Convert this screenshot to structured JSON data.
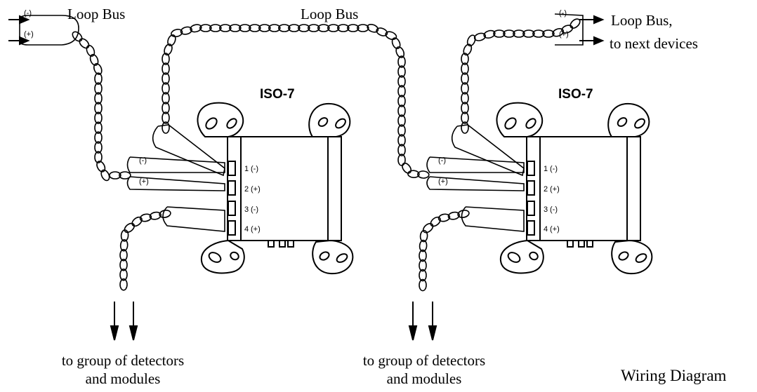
{
  "labels": {
    "loop_bus_left": "Loop Bus",
    "loop_bus_middle": "Loop Bus",
    "loop_bus_right_line1": "Loop Bus,",
    "loop_bus_right_line2": "to next devices",
    "group_left_line1": "to group of detectors",
    "group_left_line2": "and modules",
    "group_right_line1": "to group of detectors",
    "group_right_line2": "and modules",
    "caption": "Wiring Diagram"
  },
  "polarity": {
    "minus": "(-)",
    "plus": "(+)"
  },
  "isolators": [
    {
      "model": "ISO-7",
      "terminals": [
        {
          "num": "1",
          "sign": "(-)"
        },
        {
          "num": "2",
          "sign": "(+)"
        },
        {
          "num": "3",
          "sign": "(-)"
        },
        {
          "num": "4",
          "sign": "(+)"
        }
      ]
    },
    {
      "model": "ISO-7",
      "terminals": [
        {
          "num": "1",
          "sign": "(-)"
        },
        {
          "num": "2",
          "sign": "(+)"
        },
        {
          "num": "3",
          "sign": "(-)"
        },
        {
          "num": "4",
          "sign": "(+)"
        }
      ]
    }
  ],
  "colors": {
    "stroke": "#000000",
    "text": "#000000",
    "background": "#ffffff"
  }
}
